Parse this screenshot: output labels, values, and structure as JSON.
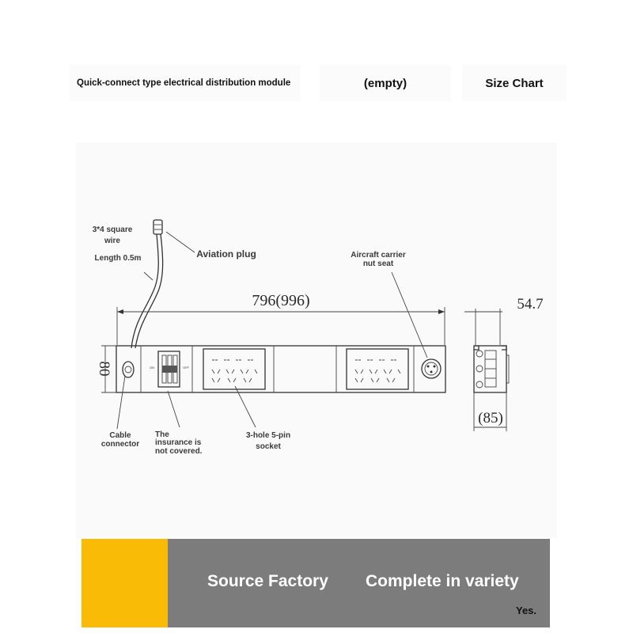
{
  "header": {
    "product_name": "Quick-connect type electrical distribution module",
    "middle_label": "(empty)",
    "size_chart_label": "Size Chart"
  },
  "diagram": {
    "labels": {
      "wire_line1": "3*4 square",
      "wire_line2": "wire",
      "length": "Length 0.5m",
      "aviation_plug": "Aviation plug",
      "nut_seat_line1": "Aircraft carrier",
      "nut_seat_line2": "nut seat",
      "cable_connector_line1": "Cable",
      "cable_connector_line2": "connector",
      "insurance_line1": "The",
      "insurance_line2": "insurance is",
      "insurance_line3": "not covered.",
      "socket_line1": "3-hole 5-pin",
      "socket_line2": "socket",
      "switch_on": "ON",
      "switch_off": "OFF"
    },
    "dimensions": {
      "length": "796(996)",
      "height": "80",
      "depth": "54.7",
      "width": "(85)"
    }
  },
  "banner": {
    "text_left": "Source Factory",
    "text_right": "Complete in variety",
    "note": "Yes."
  },
  "colors": {
    "accent_yellow": "#f9bb06",
    "banner_gray": "#7c7c7c"
  }
}
